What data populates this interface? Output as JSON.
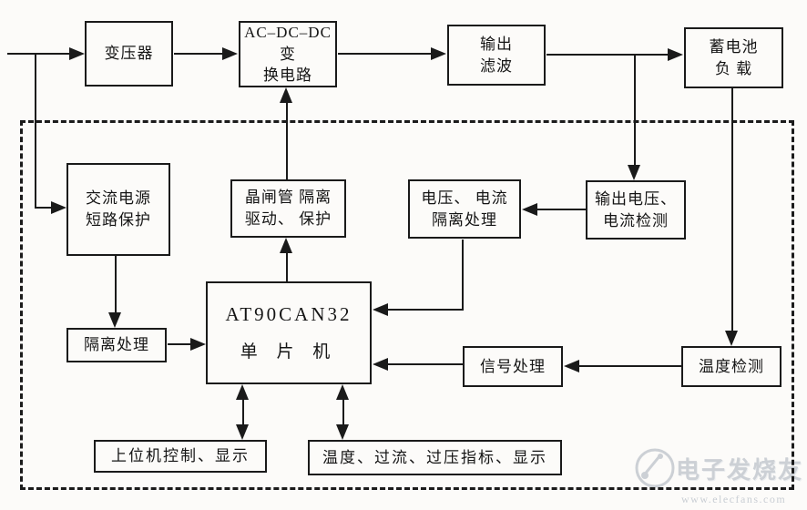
{
  "diagram": {
    "line_color": "#1a1a1a",
    "background": "#fcfbf9",
    "boundary_style": "dashed"
  },
  "boxes": {
    "transformer": {
      "lines": [
        "变压器"
      ]
    },
    "converter": {
      "lines": [
        "AC–DC–DC变",
        "换电路"
      ]
    },
    "output_filter": {
      "lines": [
        "输出",
        "滤波"
      ]
    },
    "battery_load": {
      "lines": [
        "蓄电池",
        "负 载"
      ]
    },
    "ac_short_protect": {
      "lines": [
        "交流电源",
        "短路保护"
      ]
    },
    "thyristor_drive": {
      "lines": [
        "晶闸管 隔离",
        "驱动、 保护"
      ]
    },
    "vi_isolate": {
      "lines": [
        "电压、 电流",
        "隔离处理"
      ]
    },
    "out_vi_detect": {
      "lines": [
        "输出电压、",
        "电流检测"
      ]
    },
    "mcu": {
      "lines": [
        "AT90CAN32",
        "单 片 机"
      ]
    },
    "isolate_process": {
      "lines": [
        "隔离处理"
      ]
    },
    "signal_process": {
      "lines": [
        "信号处理"
      ]
    },
    "temp_detect": {
      "lines": [
        "温度检测"
      ]
    },
    "host_control": {
      "lines": [
        "上位机控制、显示"
      ]
    },
    "indicators": {
      "lines": [
        "温度、过流、过压指标、显示"
      ]
    }
  },
  "watermark": {
    "brand": "电子发烧友",
    "url": "www.elecfans.com",
    "color": "#ccd0d5"
  }
}
